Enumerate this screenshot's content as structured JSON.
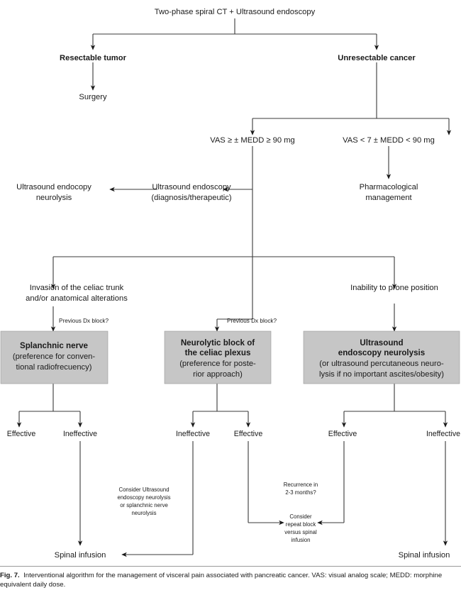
{
  "figure": {
    "label": "Fig. 7.",
    "caption": "Interventional algorithm for the management of visceral pain associated with pancreatic cancer. VAS: visual analog scale; MEDD: morphine equivalent daily dose.",
    "colors": {
      "box_fill": "#c6c6c6",
      "box_border": "#9a9a9a",
      "line": "#3a3a3a",
      "text": "#1a1a1a",
      "background": "#ffffff"
    }
  },
  "chart_data": {
    "type": "diagram",
    "title": "Interventional algorithm for the management of visceral pain associated with pancreatic cancer",
    "nodes": [
      {
        "id": "root",
        "label": "Two-phase spiral CT + Ultrasound endoscopy",
        "style": "plain"
      },
      {
        "id": "resectable",
        "label": "Resectable tumor",
        "style": "bold"
      },
      {
        "id": "unresect",
        "label": "Unresectable cancer",
        "style": "bold"
      },
      {
        "id": "surgery",
        "label": "Surgery",
        "style": "plain"
      },
      {
        "id": "vas_high",
        "label": "VAS ≥ ± MEDD ≥ 90 mg",
        "style": "plain"
      },
      {
        "id": "vas_low",
        "label": "VAS < 7 ± MEDD < 90 mg",
        "style": "plain"
      },
      {
        "id": "us_endo",
        "label": "Ultrasound endoscopy (diagnosis/therapeutic)",
        "style": "plain"
      },
      {
        "id": "us_neuro",
        "label": "Ultrasound endocopy neurolysis",
        "style": "plain"
      },
      {
        "id": "pharm",
        "label": "Pharmacological management",
        "style": "plain"
      },
      {
        "id": "invasion",
        "label": "Invasion of the celiac trunk and/or anatomical alterations",
        "style": "plain"
      },
      {
        "id": "prone",
        "label": "Inability to prone position",
        "style": "plain"
      },
      {
        "id": "splanchnic",
        "label": "Splanchnic nerve (preference for conventional radiofrecuency)",
        "style": "gray-box"
      },
      {
        "id": "neurolytic",
        "label": "Neurolytic block of the celiac plexus (preference for posterior approach)",
        "style": "gray-box"
      },
      {
        "id": "usneurolysis",
        "label": "Ultrasound endoscopy neurolysis (or ultrasound percutaneous neurolysis if no important ascites/obesity)",
        "style": "gray-box"
      },
      {
        "id": "consider_us",
        "label": "Consider Ultrasound endoscopy neurolysis or splanchnic nerve neurolysis",
        "style": "annotation"
      },
      {
        "id": "recurrence",
        "label": "Recurrence in 2-3 months?",
        "style": "annotation"
      },
      {
        "id": "repeat",
        "label": "Consider repeat block versus spinal infusion",
        "style": "annotation"
      },
      {
        "id": "spinal_left",
        "label": "Spinal infusion",
        "style": "plain"
      },
      {
        "id": "spinal_right",
        "label": "Spinal infusion",
        "style": "plain"
      }
    ],
    "edge_labels": [
      "Previous Dx block?",
      "Previous Dx block?"
    ],
    "outcome_labels": [
      "Effective",
      "Ineffective",
      "Ineffective",
      "Effective",
      "Effective",
      "Ineffective"
    ]
  },
  "nodes": {
    "root": {
      "line1": "Two-phase spiral CT + Ultrasound endoscopy"
    },
    "resectable": {
      "line1": "Resectable tumor"
    },
    "unresectable": {
      "line1": "Unresectable cancer"
    },
    "surgery": {
      "line1": "Surgery"
    },
    "vas_high": {
      "line1": "VAS ≥ ± MEDD ≥ 90 mg"
    },
    "vas_low": {
      "line1": "VAS < 7 ± MEDD < 90 mg"
    },
    "us_endoscopy": {
      "line1": "Ultrasound endoscopy",
      "line2": "(diagnosis/therapeutic)"
    },
    "us_neurolysis": {
      "line1": "Ultrasound endocopy",
      "line2": "neurolysis"
    },
    "pharmacological": {
      "line1": "Pharmacological",
      "line2": "management"
    },
    "invasion": {
      "line1": "Invasion of the celiac trunk",
      "line2": "and/or anatomical alterations"
    },
    "prone": {
      "line1": "Inability to prone position"
    },
    "dx_block_1": {
      "line1": "Previous Dx block?"
    },
    "dx_block_2": {
      "line1": "Previous Dx block?"
    },
    "box_splanchnic": {
      "line1": "Splanchnic nerve",
      "line2": "(preference for conven-",
      "line3": "tional radiofrecuency)"
    },
    "box_neurolytic": {
      "line1": "Neurolytic block of",
      "line2": "the celiac plexus",
      "line3": "(preference for poste-",
      "line4": "rior approach)"
    },
    "box_usneurolysis": {
      "line1": "Ultrasound",
      "line2": "endoscopy neurolysis",
      "line3": "(or ultrasound percutaneous neuro-",
      "line4": "lysis if no important ascites/obesity)"
    },
    "outcome_1": {
      "line1": "Effective"
    },
    "outcome_2": {
      "line1": "Ineffective"
    },
    "outcome_3": {
      "line1": "Ineffective"
    },
    "outcome_4": {
      "line1": "Effective"
    },
    "outcome_5": {
      "line1": "Effective"
    },
    "outcome_6": {
      "line1": "Ineffective"
    },
    "consider_us": {
      "line1": "Consider Ultrasound",
      "line2": "endoscopy neurolysis",
      "line3": "or splanchnic nerve",
      "line4": "neurolysis"
    },
    "recurrence": {
      "line1": "Recurrence in",
      "line2": "2-3 months?"
    },
    "repeat_block": {
      "line1": "Consider",
      "line2": "repeat block",
      "line3": "versus spinal",
      "line4": "infusion"
    },
    "spinal_left": {
      "line1": "Spinal infusion"
    },
    "spinal_right": {
      "line1": "Spinal infusion"
    }
  }
}
